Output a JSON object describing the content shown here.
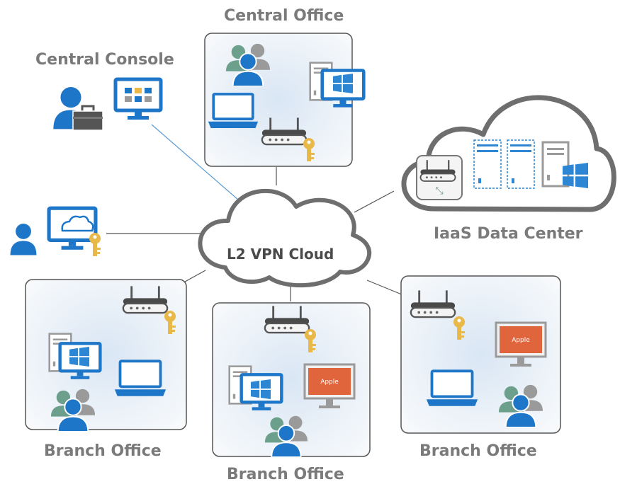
{
  "labels": {
    "central_office": "Central Office",
    "central_console": "Central Console",
    "iaas_data_center": "IaaS Data Center",
    "l2_vpn_cloud": "L2 VPN Cloud",
    "branch_office_left": "Branch Office",
    "branch_office_middle": "Branch Office",
    "branch_office_right": "Branch Office"
  },
  "screen_text": {
    "apple_middle": "Apple",
    "apple_right": "Apple"
  },
  "icons": {
    "users": "users-group-icon",
    "user": "user-icon",
    "briefcase": "briefcase-icon",
    "monitor": "monitor-icon",
    "laptop": "laptop-icon",
    "server": "server-tower-icon",
    "router": "router-icon",
    "key": "key-icon",
    "windows": "windows-logo-icon",
    "cloud": "cloud-icon"
  },
  "colors": {
    "blue": "#1d76c8",
    "light_blue": "#2c86d3",
    "gray": "#7a7a7a",
    "cloud_stroke": "#6e6e6e",
    "key_gold": "#e8b848",
    "apple_orange": "#e0643c",
    "green_person": "#6c9f8c"
  }
}
